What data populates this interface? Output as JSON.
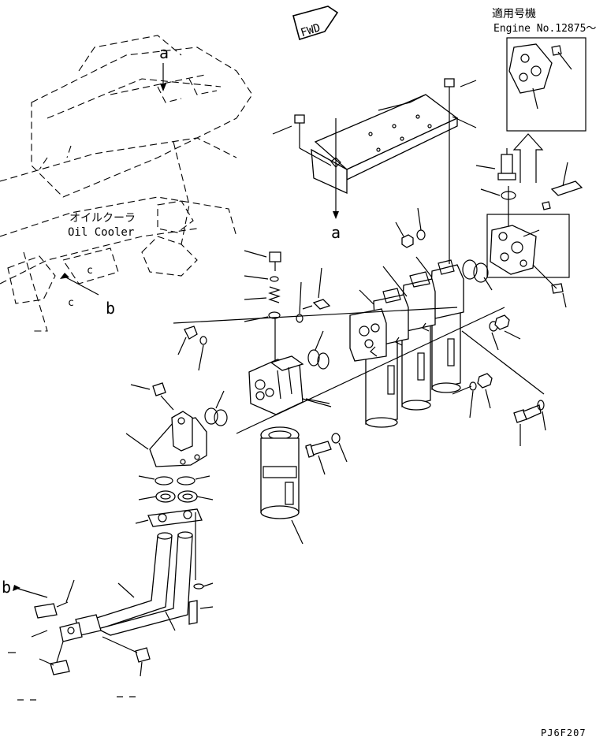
{
  "labels": {
    "fwd": "FWD",
    "engine_ja": "適用号機",
    "engine_no": "Engine No.12875～",
    "oil_cooler_ja": "オイルクーラ",
    "oil_cooler_en": "Oil Cooler",
    "ref_a": "a",
    "ref_b": "b",
    "ref_c": "c",
    "drawing_code": "PJ6F207"
  }
}
